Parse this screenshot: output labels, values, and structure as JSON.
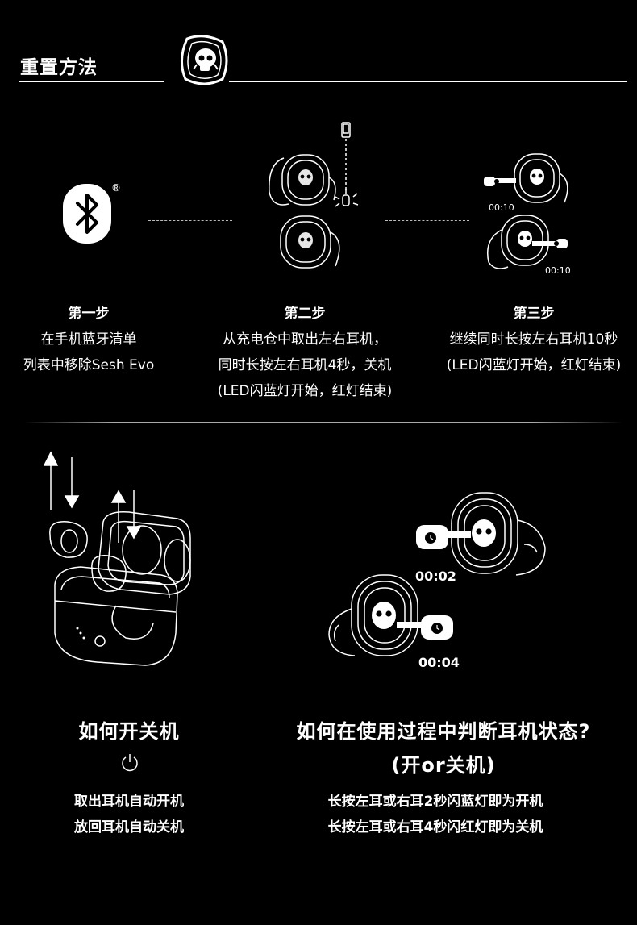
{
  "section": {
    "title": "重置方法"
  },
  "steps": [
    {
      "heading": "第一步",
      "lines": [
        "在手机蓝牙清单",
        "列表中移除Sesh Evo"
      ]
    },
    {
      "heading": "第二步",
      "lines": [
        "从充电仓中取出左右耳机，",
        "同时长按左右耳机4秒，关机",
        "(LED闪蓝灯开始，红灯结束)"
      ]
    },
    {
      "heading": "第三步",
      "lines": [
        "继续同时长按左右耳机10秒",
        "(LED闪蓝灯开始，红灯结束)"
      ]
    }
  ],
  "step3_timers": [
    "00:10",
    "00:10"
  ],
  "registered_mark": "®",
  "power": {
    "heading": "如何开关机",
    "lines": [
      "取出耳机自动开机",
      "放回耳机自动关机"
    ]
  },
  "status": {
    "heading": "如何在使用过程中判断耳机状态?",
    "subheading": "(开or关机)",
    "timers": [
      "00:02",
      "00:04"
    ],
    "lines": [
      "长按左耳或右耳2秒闪蓝灯即为开机",
      "长按左耳或右耳4秒闪红灯即为关机"
    ]
  }
}
